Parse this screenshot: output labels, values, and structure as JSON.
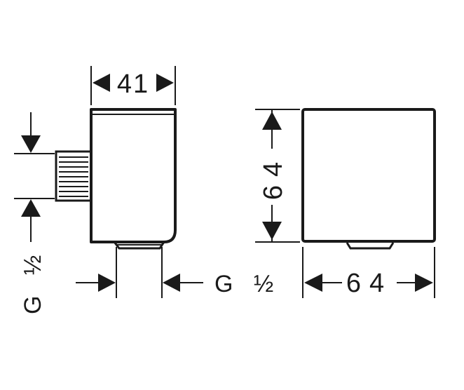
{
  "diagram": {
    "side_view": {
      "width_label": "41",
      "thread_label_left": "G ½",
      "thread_label_bottom": "G ½"
    },
    "front_view": {
      "height_label": "64",
      "width_label": "64"
    }
  },
  "colors": {
    "line": "#1a1a1a",
    "background": "#ffffff"
  }
}
